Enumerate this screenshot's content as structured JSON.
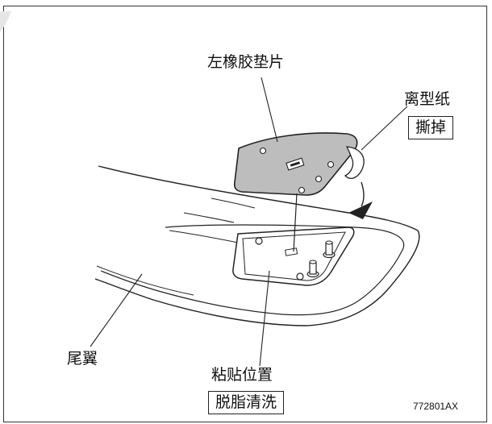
{
  "labels": {
    "left_rubber_pad": "左橡胶垫片",
    "release_paper": "离型纸",
    "peel_off": "撕掉",
    "spoiler": "尾翼",
    "bonding_position": "粘贴位置",
    "degrease_clean": "脱脂清洗"
  },
  "figure_code": "772801AX",
  "colors": {
    "line": "#222222",
    "pad_fill": "#bdbdbd",
    "arrow_fill": "#222222",
    "background": "#ffffff"
  }
}
